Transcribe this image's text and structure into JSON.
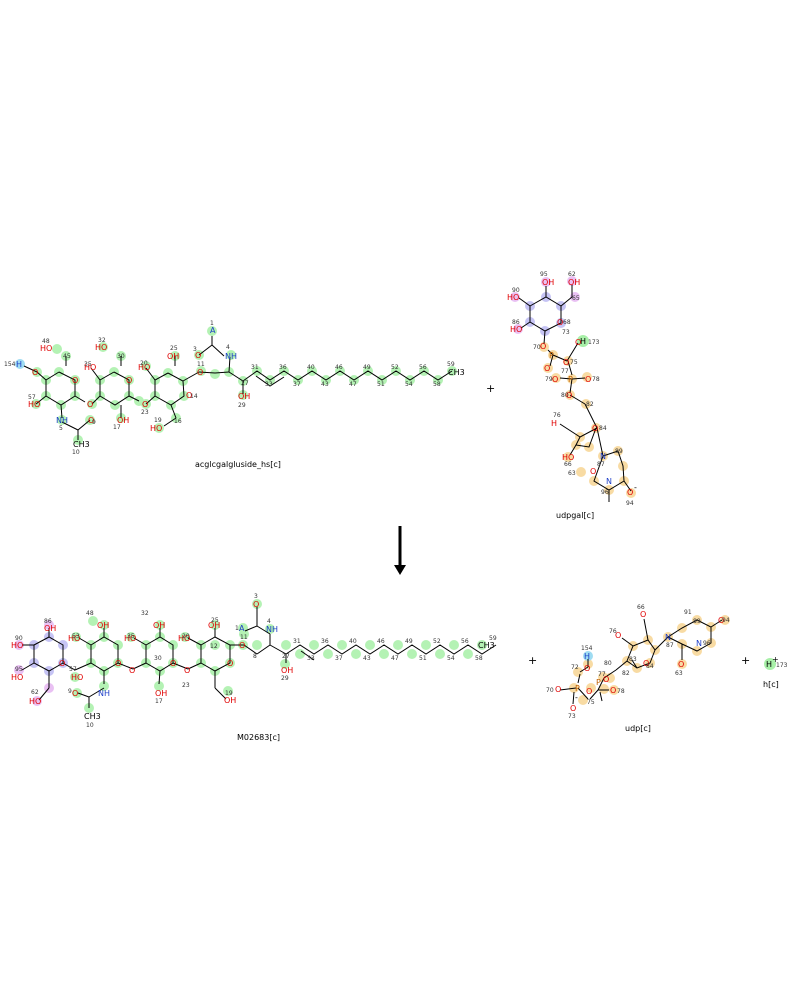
{
  "reaction": {
    "reactants": [
      {
        "id": "acglcgalgluside",
        "label": "acglcgalgluside_hs[c]"
      },
      {
        "id": "udpgal",
        "label": "udpgal[c]"
      }
    ],
    "products": [
      {
        "id": "m02683",
        "label": "M02683[c]"
      },
      {
        "id": "udp",
        "label": "udp[c]"
      },
      {
        "id": "h",
        "label": "h[c]"
      }
    ],
    "plus_sign": "+",
    "atoms": {
      "oxygen": "O",
      "hydroxyl": "HO",
      "hydroxyl_right": "OH",
      "nitrogen": "N",
      "amine_h": "NH",
      "methyl": "CH3",
      "hydrogen": "H",
      "phosphorus": "P",
      "acyl": "A",
      "charge_minus": "-",
      "charge_plus": "+",
      "h_plus_atom": "H"
    },
    "chain_numbers_top": [
      "31",
      "36",
      "40",
      "46",
      "49",
      "52",
      "56",
      "59"
    ],
    "chain_numbers_bottom": [
      "33",
      "37",
      "43",
      "47",
      "51",
      "54",
      "58"
    ],
    "reactant_chain_numbers_other": [
      "1",
      "4",
      "3",
      "11",
      "25",
      "20",
      "32",
      "35",
      "30",
      "48",
      "45",
      "154",
      "57",
      "9",
      "10",
      "5",
      "17",
      "23",
      "19",
      "16",
      "14",
      "29",
      "27"
    ],
    "udpgal_numbers": [
      "95",
      "62",
      "90",
      "65",
      "68",
      "86",
      "73",
      "173",
      "70",
      "75",
      "77",
      "78",
      "79",
      "80",
      "82",
      "76",
      "84",
      "66",
      "89",
      "87",
      "63",
      "96",
      "94"
    ],
    "m02683_numbers": [
      "3",
      "4",
      "1",
      "11",
      "25",
      "20",
      "32",
      "35",
      "30",
      "48",
      "86",
      "90",
      "95",
      "62",
      "53",
      "57",
      "9",
      "10",
      "17",
      "23",
      "19",
      "29",
      "27",
      "12",
      "8"
    ],
    "udp_numbers": [
      "66",
      "76",
      "89",
      "91",
      "154",
      "72",
      "80",
      "77",
      "70",
      "73",
      "75",
      "78",
      "82",
      "84",
      "83",
      "87",
      "96",
      "63",
      "94",
      "173"
    ],
    "colors": {
      "green_highlight": "#a8f0a8",
      "blue_highlight": "#b9b6f2",
      "purple_highlight": "#e6b6f2",
      "orange_highlight": "#f8d89a",
      "cyan_highlight": "#9fdcf2",
      "oxygen": "#e00000",
      "nitrogen": "#1e3ec8",
      "phosphorus": "#c06000"
    }
  }
}
